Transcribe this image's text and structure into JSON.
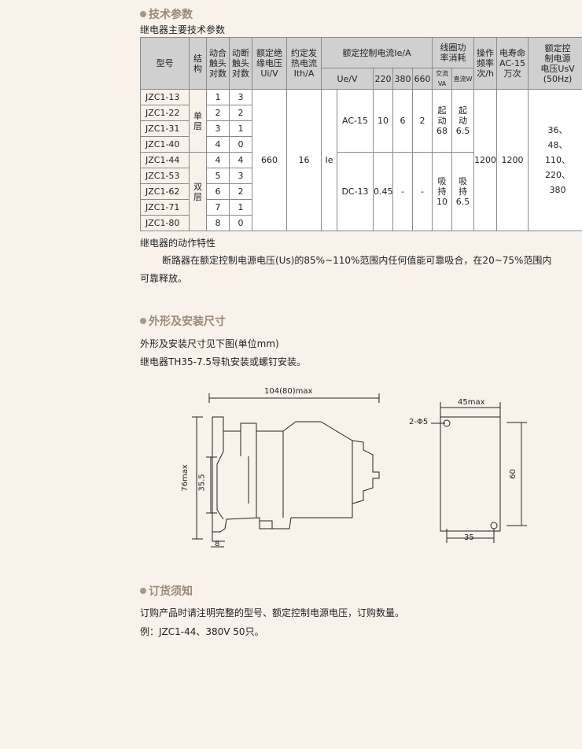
{
  "sections": {
    "tech": {
      "title": "技术参数",
      "subtitle": "继电器主要技术参数"
    },
    "dims": {
      "title": "外形及安装尺寸",
      "line1": "外形及安装尺寸见下图(单位mm)",
      "line2": "继电器TH35-7.5导轨安装或螺钉安装。"
    },
    "order": {
      "title": "订货须知",
      "line1": "订购产品时请注明完整的型号、额定控制电源电压，订购数量。",
      "line2": "例：JZC1-44、380V   50只。"
    }
  },
  "table": {
    "headers": {
      "model": "型号",
      "structure": [
        "结",
        "构"
      ],
      "make": [
        "动合",
        "触头",
        "对数"
      ],
      "break": [
        "动断",
        "触头",
        "对数"
      ],
      "ui": [
        "额定绝",
        "缘电压",
        "Ui/V"
      ],
      "ith": [
        "约定发",
        "热电流",
        "Ith/A"
      ],
      "ie_group": "额定控制电流Ie/A",
      "ue": "Ue/V",
      "v220": "220",
      "v380": "380",
      "v660": "660",
      "coil": [
        "线圈功",
        "率消耗"
      ],
      "coil_ac": "交流VA",
      "coil_dc": "直流W",
      "freq": [
        "操作",
        "频率",
        "次/h"
      ],
      "life": [
        "电寿命",
        "AC-15",
        "万次"
      ],
      "us": [
        "额定控",
        "制电源",
        "电压UsV",
        "(50Hz)"
      ]
    },
    "models": [
      "JZC1-13",
      "JZC1-22",
      "JZC1-31",
      "JZC1-40",
      "JZC1-44",
      "JZC1-53",
      "JZC1-62",
      "JZC1-71",
      "JZC1-80"
    ],
    "make": [
      "1",
      "2",
      "3",
      "4",
      "4",
      "5",
      "6",
      "7",
      "8"
    ],
    "break": [
      "3",
      "2",
      "1",
      "0",
      "4",
      "3",
      "2",
      "1",
      "0"
    ],
    "structure_single": [
      "单",
      "层"
    ],
    "structure_double": [
      "双",
      "层"
    ],
    "ui": "660",
    "ith": "16",
    "ie": "Ie",
    "ac": {
      "cat": "AC-15",
      "v220": "10",
      "v380": "6",
      "v660": "2"
    },
    "dc": {
      "cat": "DC-13",
      "v220": "0.45",
      "v380": "-",
      "v660": "-"
    },
    "coil_start": {
      "label": [
        "起",
        "动"
      ],
      "ac": "68",
      "dc": "6.5"
    },
    "coil_hold": {
      "label": [
        "吸",
        "持"
      ],
      "ac": "10",
      "dc": "6.5"
    },
    "freq": "1200",
    "life": "1200",
    "us_values": [
      "36、",
      "48、",
      "110、",
      "220、",
      "380"
    ]
  },
  "action": {
    "title": "继电器的动作特性",
    "line1": "断路器在额定控制电源电压(Us)的85%~110%范围内任何值能可靠吸合，在20~75%范围内",
    "line2": "可靠释放。"
  },
  "drawing": {
    "width_total": "104(80)max",
    "height_total": "76max",
    "rail": "35.5",
    "foot": "8",
    "width_base": "45max",
    "hole": "2-Φ5",
    "height_base": "60",
    "hole_spacing": "35"
  },
  "colors": {
    "background": "#f8f2eb",
    "header": "#d0d0d0",
    "accent": "#9a8a78"
  }
}
